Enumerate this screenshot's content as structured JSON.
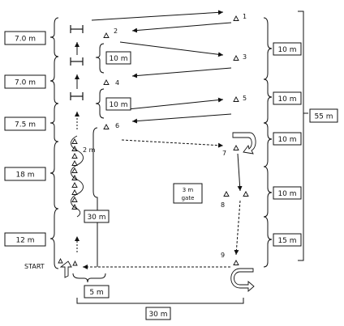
{
  "start_label": "START",
  "cones": [
    {
      "id": "1",
      "label": "1"
    },
    {
      "id": "2",
      "label": "2"
    },
    {
      "id": "3",
      "label": "3"
    },
    {
      "id": "4",
      "label": "4"
    },
    {
      "id": "5",
      "label": "5"
    },
    {
      "id": "6",
      "label": "6"
    },
    {
      "id": "7",
      "label": "7"
    },
    {
      "id": "8",
      "label": "8"
    },
    {
      "id": "9",
      "label": "9"
    }
  ],
  "left_measures": [
    "7.0 m",
    "7.0 m",
    "7.5 m",
    "18 m",
    "12 m"
  ],
  "inner_measures": [
    "10 m",
    "10 m",
    "30 m",
    "5 m"
  ],
  "right_measures": [
    "10 m",
    "10 m",
    "10 m",
    "10 m",
    "15 m"
  ],
  "total_height": "55 m",
  "total_width": "30 m",
  "slalom_span": "2 m",
  "gate_label": [
    "3 m",
    "gate"
  ]
}
